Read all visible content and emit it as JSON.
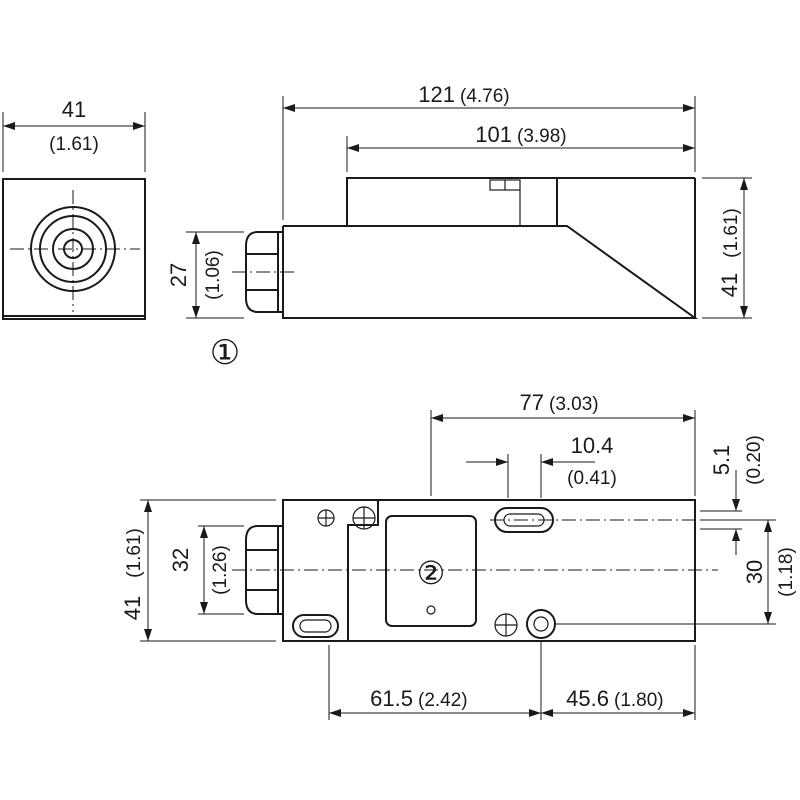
{
  "dimensions": {
    "front_width": {
      "mm": "41",
      "inch": "(1.61)"
    },
    "overall_length": {
      "mm": "121",
      "inch": "(4.76)"
    },
    "body_length": {
      "mm": "101",
      "inch": "(3.98)"
    },
    "connector_height": {
      "mm": "27",
      "inch": "(1.06)"
    },
    "side_height": {
      "mm": "41",
      "inch": "(1.61)"
    },
    "hole_span": {
      "mm": "77",
      "inch": "(3.03)"
    },
    "slot_width": {
      "mm": "10.4",
      "inch": "(0.41)"
    },
    "slot_offset": {
      "mm": "5.1",
      "inch": "(0.20)"
    },
    "hole_spacing_vertical": {
      "mm": "30",
      "inch": "(1.18)"
    },
    "top_height": {
      "mm": "41",
      "inch": "(1.61)"
    },
    "mount_height": {
      "mm": "32",
      "inch": "(1.26)"
    },
    "left_to_hole": {
      "mm": "61.5",
      "inch": "(2.42)"
    },
    "hole_to_right": {
      "mm": "45.6",
      "inch": "(1.80)"
    }
  },
  "callouts": {
    "connector": "①",
    "sensing_face": "②"
  }
}
